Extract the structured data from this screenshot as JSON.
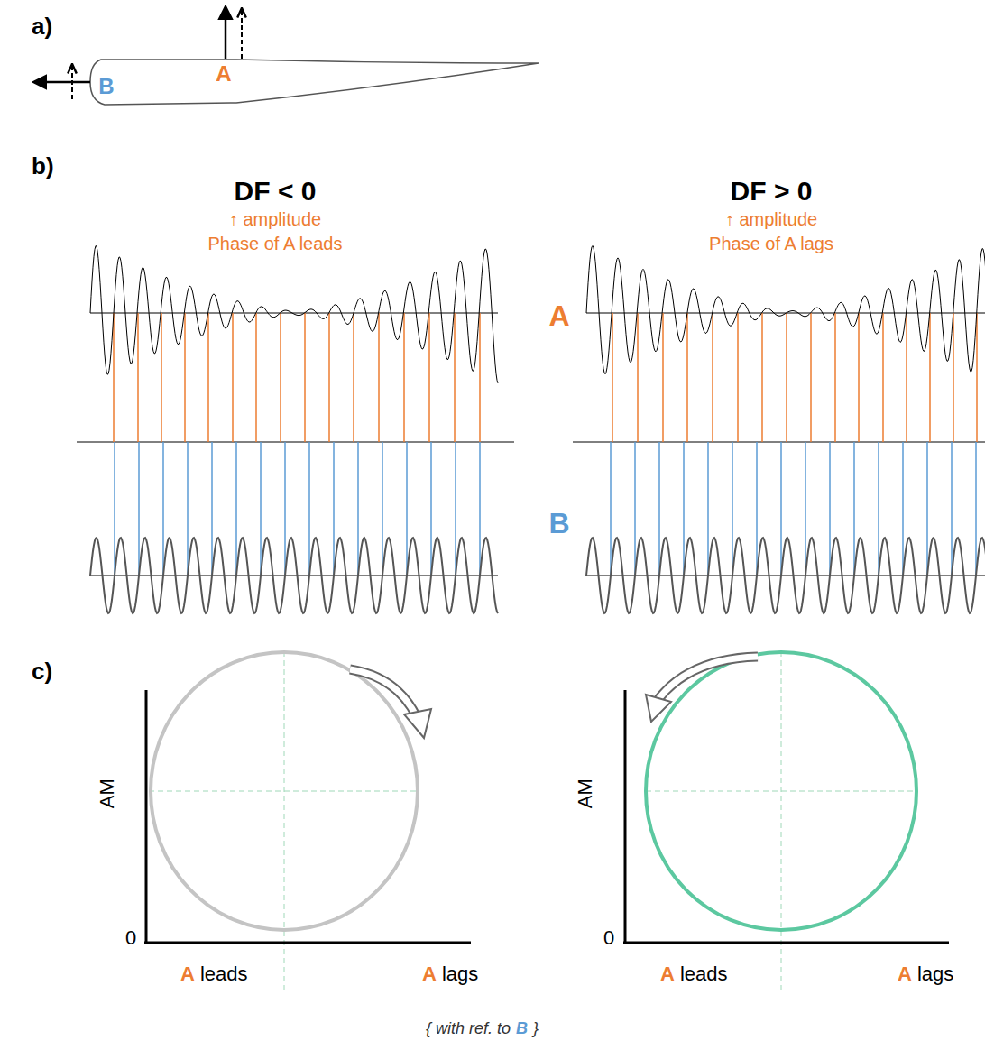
{
  "diagram": {
    "labels": [
      "a)",
      "B",
      "A",
      "b)",
      "DF < 0",
      "↑ amplitude",
      "Phase of A leads",
      "DF > 0",
      "↑ amplitude",
      "Phase of A lags",
      "A",
      "B",
      "c)",
      "AM",
      "0",
      "A",
      "leads",
      "A",
      "lags",
      "AM",
      "0",
      "A",
      "leads",
      "A",
      "lags",
      "{ with ref. to",
      "B",
      "}"
    ]
  }
}
